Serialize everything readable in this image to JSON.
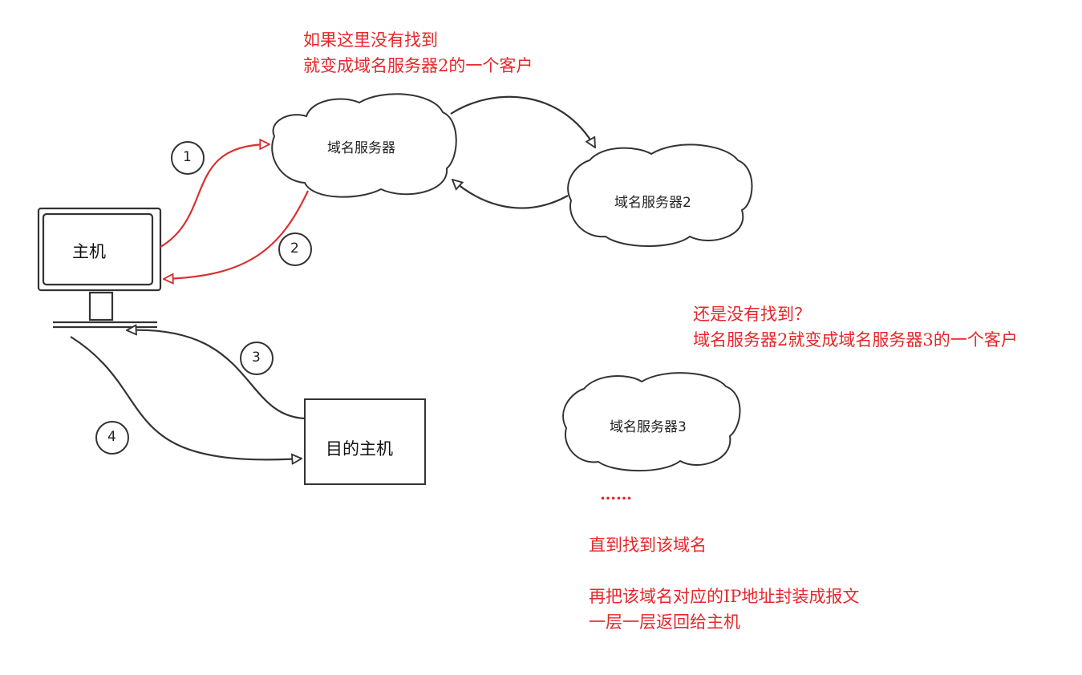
{
  "notes": {
    "top_line1": "如果这里没有找到",
    "top_line2": "就变成域名服务器2的一个客户",
    "mid_line1": "还是没有找到？",
    "mid_line2": "域名服务器2就变成域名服务器3的一个客户",
    "dots": "……",
    "bottom_line1": "直到找到该域名",
    "bottom_line2": "再把该域名对应的IP地址封装成报文",
    "bottom_line3": "一层一层返回给主机"
  },
  "nodes": {
    "host": "主机",
    "dest_host": "目的主机",
    "dns1": "域名服务器",
    "dns2": "域名服务器2",
    "dns3": "域名服务器3"
  },
  "steps": [
    "1",
    "2",
    "3",
    "4"
  ],
  "colors": {
    "accent": "#e8262a",
    "stroke": "#333333",
    "red_arrow": "#d9302f"
  }
}
